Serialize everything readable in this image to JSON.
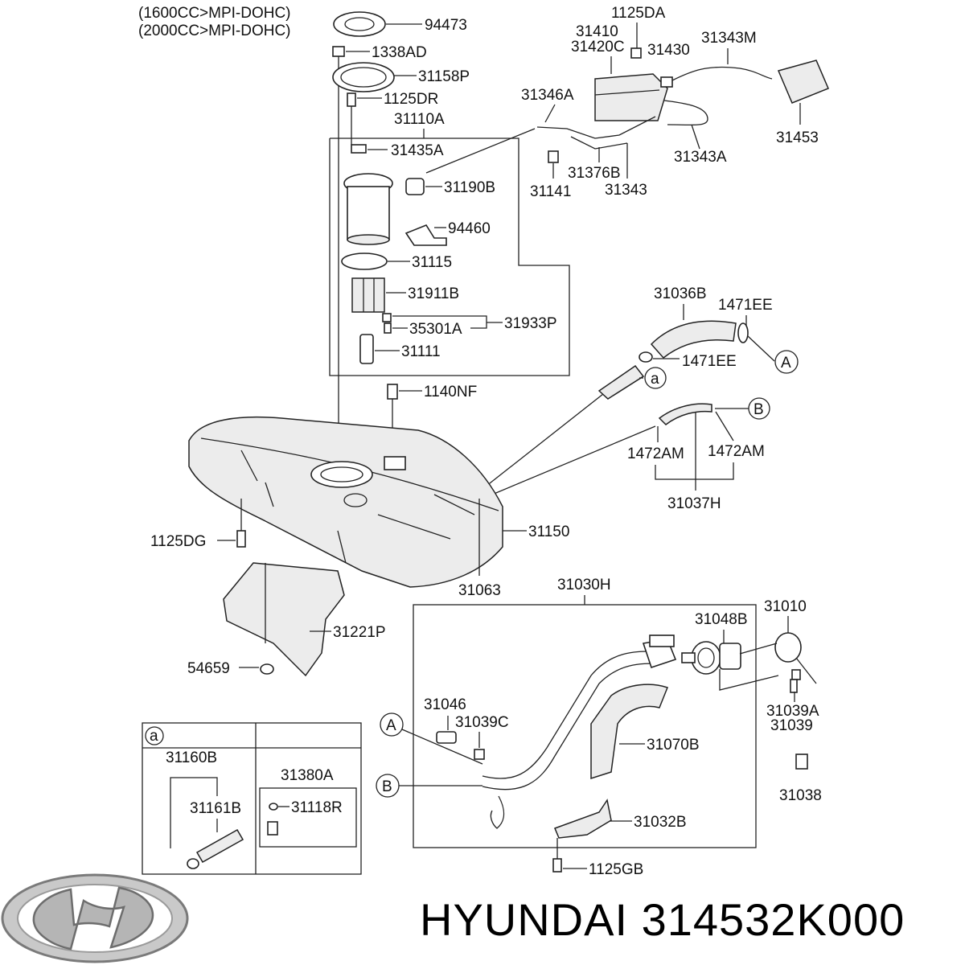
{
  "notes": [
    "(1600CC>MPI-DOHC)",
    "(2000CC>MPI-DOHC)"
  ],
  "labels": {
    "p94473": "94473",
    "p1338AD": "1338AD",
    "p31158P": "31158P",
    "p1125DR": "1125DR",
    "p31110A": "31110A",
    "p31435A": "31435A",
    "p31190B": "31190B",
    "p94460": "94460",
    "p31115": "31115",
    "p31911B": "31911B",
    "p35301A": "35301A",
    "p31933P": "31933P",
    "p31111": "31111",
    "p1125DA": "1125DA",
    "p31410": "31410",
    "p31420C": "31420C",
    "p31430": "31430",
    "p31343M": "31343M",
    "p31346A": "31346A",
    "p31453": "31453",
    "p31343A": "31343A",
    "p31376B": "31376B",
    "p31343": "31343",
    "p31141": "31141",
    "p31036B": "31036B",
    "p1471EE_1": "1471EE",
    "p1471EE_2": "1471EE",
    "p1140NF": "1140NF",
    "p1472AM_1": "1472AM",
    "p1472AM_2": "1472AM",
    "p31037H": "31037H",
    "p1125DG": "1125DG",
    "p31150": "31150",
    "p31063": "31063",
    "p31221P": "31221P",
    "p54659": "54659",
    "p31030H": "31030H",
    "p31010": "31010",
    "p31048B": "31048B",
    "p31046": "31046",
    "p31039C": "31039C",
    "p31039A": "31039A",
    "p31039": "31039",
    "p31070B": "31070B",
    "p31038": "31038",
    "p31032B": "31032B",
    "p1125GB": "1125GB",
    "p31160B": "31160B",
    "p31161B": "31161B",
    "p31380A": "31380A",
    "p31118R": "31118R"
  },
  "callouts": {
    "a_small": "a",
    "a_inset": "a",
    "A_right": "A",
    "A_left": "A",
    "B_right": "B",
    "B_left": "B"
  },
  "caption": "HYUNDAI 314532K000",
  "logo_text": "Hyundai"
}
